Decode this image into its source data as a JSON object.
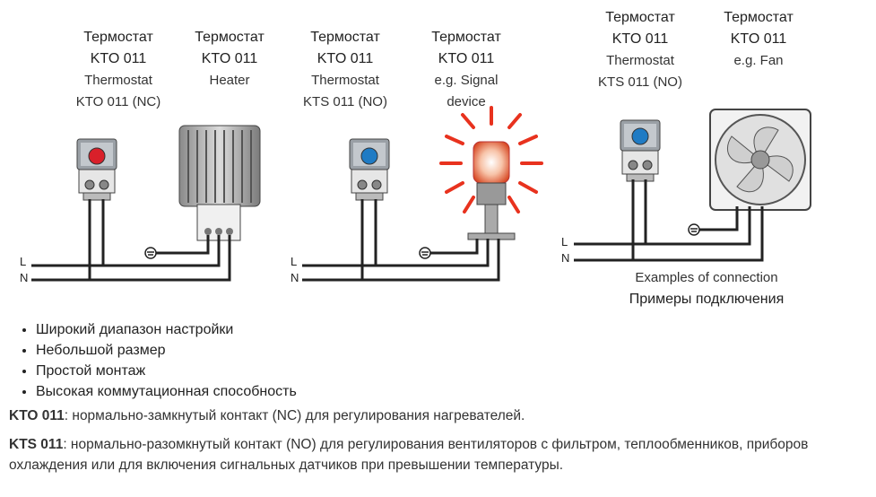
{
  "diagram": {
    "labels": [
      {
        "ru": "Термостат",
        "ru2": "KTO 011",
        "en1": "Thermostat",
        "en2": "KTO 011 (NC)"
      },
      {
        "ru": "Термостат",
        "ru2": "KTO 011",
        "en1": "Heater",
        "en2": ""
      },
      {
        "ru": "Термостат",
        "ru2": "KTO 011",
        "en1": "Thermostat",
        "en2": "KTS 011 (NO)"
      },
      {
        "ru": "Термостат",
        "ru2": "KTO 011",
        "en1": "e.g. Signal",
        "en2": "device"
      },
      {
        "ru": "Термостат",
        "ru2": "KTO 011",
        "en1": "Thermostat",
        "en2": "KTS 011 (NO)"
      },
      {
        "ru": "Термостат",
        "ru2": "KTO 011",
        "en1": "e.g. Fan",
        "en2": ""
      }
    ],
    "line_L": "L",
    "line_N": "N",
    "caption_en": "Examples of connection",
    "caption_ru": "Примеры подключения",
    "colors": {
      "nc_dial": "#d9202a",
      "no_dial": "#1f7bc4",
      "lamp": "#e8321e"
    }
  },
  "features": [
    "Широкий диапазон настройки",
    "Небольшой размер",
    "Простой монтаж",
    "Высокая коммутационная способность"
  ],
  "para1": {
    "term": "KTO 011",
    "text": ": нормально-замкнутый контакт (NC) для регулирования нагревателей."
  },
  "para2": {
    "term": "KTS 011",
    "text": ": нормально-разомкнутый контакт (NO) для регулирования вентиляторов с фильтром, теплообменников, приборов охлаждения или для включения сигнальных датчиков при превышении температуры."
  }
}
